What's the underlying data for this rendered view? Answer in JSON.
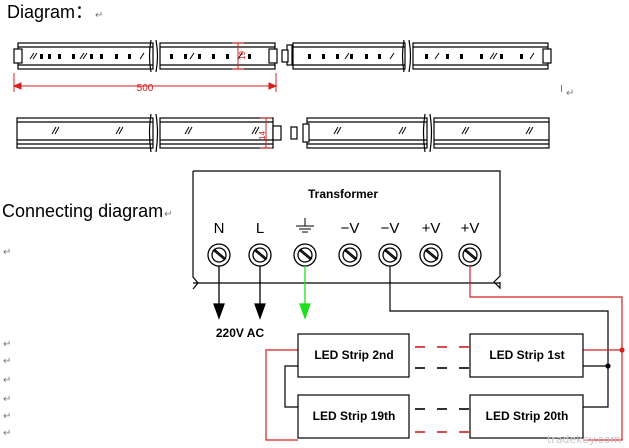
{
  "headings": {
    "diagram": "Diagram：",
    "connecting": "Connecting diagram"
  },
  "paragraph_mark": "↵",
  "dimensions": {
    "length": "500",
    "height_top": "19",
    "height_side": "14"
  },
  "transformer": {
    "title": "Transformer",
    "terminals": [
      "N",
      "L",
      "⏚",
      "−V",
      "−V",
      "+V",
      "+V"
    ]
  },
  "supply_label": "220V AC",
  "strips": {
    "strip_2nd": "LED Strip 2nd",
    "strip_1st": "LED Strip 1st",
    "strip_19th": "LED Strip 19th",
    "strip_20th": "LED Strip 20th"
  },
  "watermark": "tradekey.com",
  "colors": {
    "dimension_red": "#d62020",
    "wire_red": "#d62020",
    "ground_green": "#22dd22",
    "line": "#000000"
  }
}
